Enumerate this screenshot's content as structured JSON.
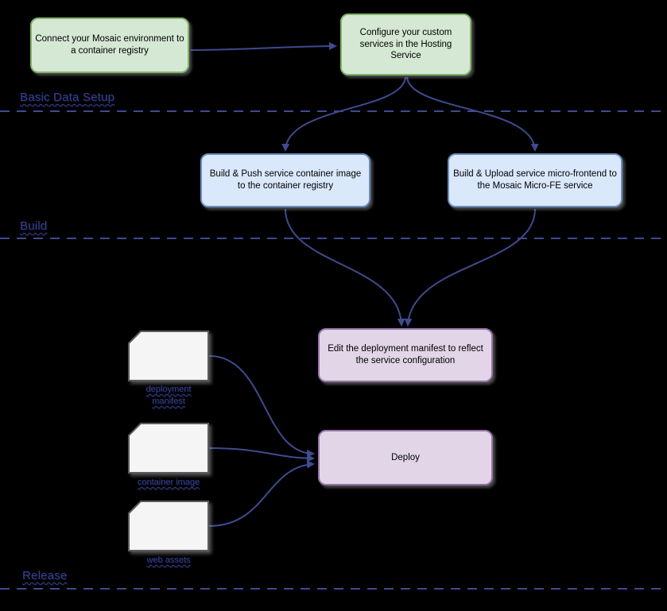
{
  "lanes": [
    {
      "label": "Basic Data Setup"
    },
    {
      "label": "Build"
    },
    {
      "label": "Release"
    }
  ],
  "nodes": [
    {
      "id": "connect-registry",
      "label": "Connect your Mosaic environment to a container registry"
    },
    {
      "id": "configure-services",
      "label": "Configure your custom services in the Hosting Service"
    },
    {
      "id": "build-push",
      "label": "Build & Push service container image to the container registry"
    },
    {
      "id": "build-upload",
      "label": "Build & Upload service micro-frontend to the Mosaic Micro-FE service"
    },
    {
      "id": "edit-manifest",
      "label": "Edit the deployment manifest to reflect the service configuration"
    },
    {
      "id": "deploy",
      "label": "Deploy"
    }
  ],
  "artifacts": [
    {
      "id": "deployment-manifest",
      "label": "deployment manifest"
    },
    {
      "id": "container-image",
      "label": "container image"
    },
    {
      "id": "web-assets",
      "label": "web assets"
    }
  ],
  "edges": [
    {
      "from": "connect-registry",
      "to": "configure-services"
    },
    {
      "from": "configure-services",
      "to": "build-push"
    },
    {
      "from": "configure-services",
      "to": "build-upload"
    },
    {
      "from": "build-push",
      "to": "edit-manifest"
    },
    {
      "from": "build-upload",
      "to": "edit-manifest"
    },
    {
      "from": "deployment-manifest",
      "to": "deploy"
    },
    {
      "from": "container-image",
      "to": "deploy"
    },
    {
      "from": "web-assets",
      "to": "deploy"
    }
  ],
  "colors": {
    "background": "#000000",
    "lane_label": "#363f8a",
    "connector": "#3f4a8f",
    "node_text": "#000000",
    "green_fill": "#d5e8d4",
    "green_stroke": "#82b366",
    "blue_fill": "#dae8fc",
    "blue_stroke": "#6c8ebf",
    "purple_fill": "#e1d5e7",
    "purple_stroke": "#9673a6",
    "card_fill": "#f5f5f5",
    "card_stroke": "#5c5c5c"
  }
}
